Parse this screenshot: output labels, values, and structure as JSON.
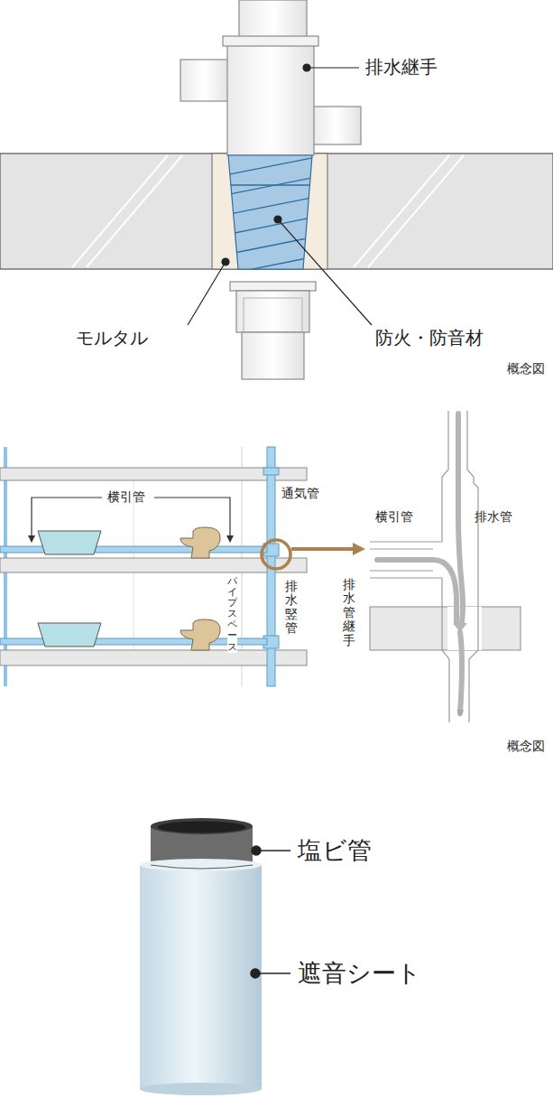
{
  "diagram": {
    "labels": [
      "排水継手",
      "モルタル",
      "防火・防音材",
      "概念図",
      "横引管",
      "通気管",
      "パイプスペース",
      "排水竪管",
      "横引管",
      "排水管",
      "排水管継手",
      "概念図",
      "塩ビ管",
      "遮音シート"
    ]
  }
}
